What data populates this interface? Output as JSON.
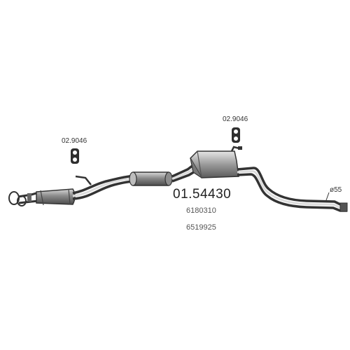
{
  "diagram": {
    "main_part_number": "01.54430",
    "oem_numbers": [
      "6180310",
      "6519925"
    ],
    "hanger_left_label": "02.9046",
    "hanger_right_label": "02.9046",
    "outlet_diameter_label": "ø55"
  },
  "colors": {
    "line": "#333333",
    "shade": "#888888",
    "light": "#cfcfcf",
    "text": "#2b2b2b"
  }
}
